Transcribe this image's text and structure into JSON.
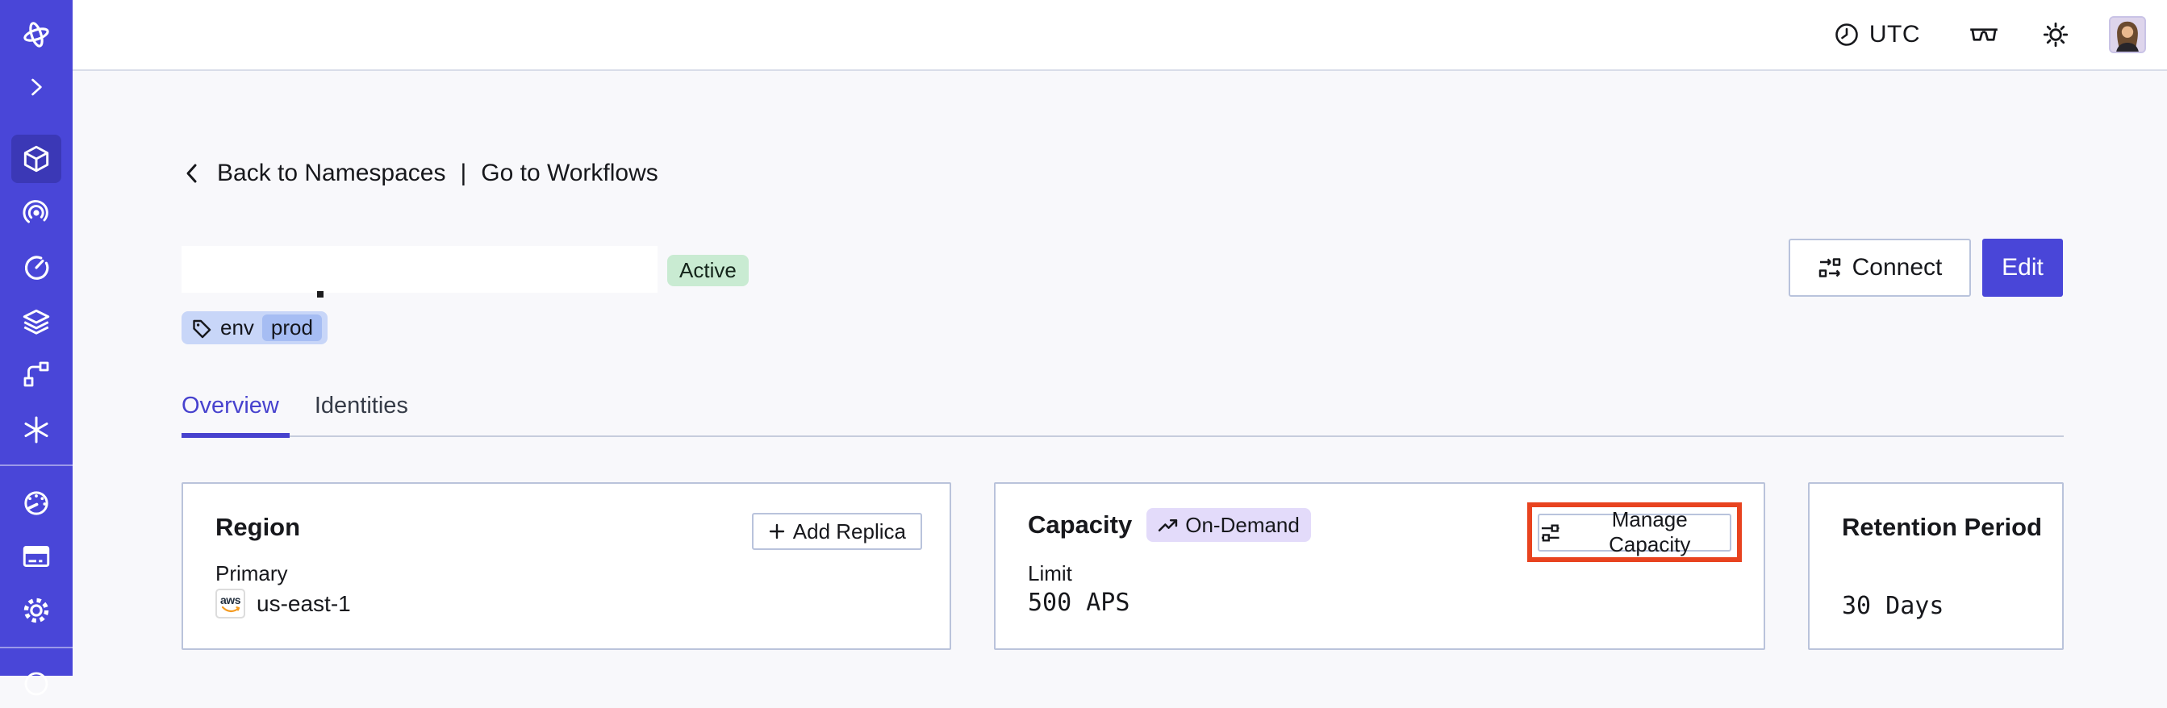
{
  "topbar": {
    "timezone": "UTC"
  },
  "sidebar": {
    "active_item": "namespaces",
    "icons": [
      "temporal-logo",
      "expand-chevron",
      "namespaces",
      "workflows",
      "schedules",
      "batch-operations",
      "worker-deployments",
      "nexus",
      "usage",
      "billing",
      "settings",
      "support"
    ]
  },
  "breadcrumb": {
    "back_label": "Back to Namespaces",
    "separator": "|",
    "go_label": "Go to Workflows"
  },
  "header": {
    "status_badge": "Active",
    "tag": {
      "key": "env",
      "value": "prod"
    },
    "connect_label": "Connect",
    "edit_label": "Edit"
  },
  "tabs": [
    {
      "label": "Overview",
      "active": true
    },
    {
      "label": "Identities",
      "active": false
    }
  ],
  "cards": {
    "region": {
      "title": "Region",
      "action_label": "Add Replica",
      "field_label": "Primary",
      "provider": "aws",
      "value": "us-east-1"
    },
    "capacity": {
      "title": "Capacity",
      "badge": "On-Demand",
      "action_label": "Manage Capacity",
      "field_label": "Limit",
      "value": "500 APS",
      "action_highlighted": true
    },
    "retention": {
      "title": "Retention Period",
      "value": "30 Days"
    }
  },
  "colors": {
    "sidebar": "#4946d8",
    "sidebar_active": "#3b38b6",
    "accent": "#4742ce",
    "status_green": "#c9ebd2",
    "tag_blue": "#c8d6f8",
    "tag_blue_inner": "#a6bdf3",
    "ondemand_lavender": "#e3dbfa",
    "annotation_red": "#e8431f",
    "aws_orange": "#f49a1f"
  }
}
